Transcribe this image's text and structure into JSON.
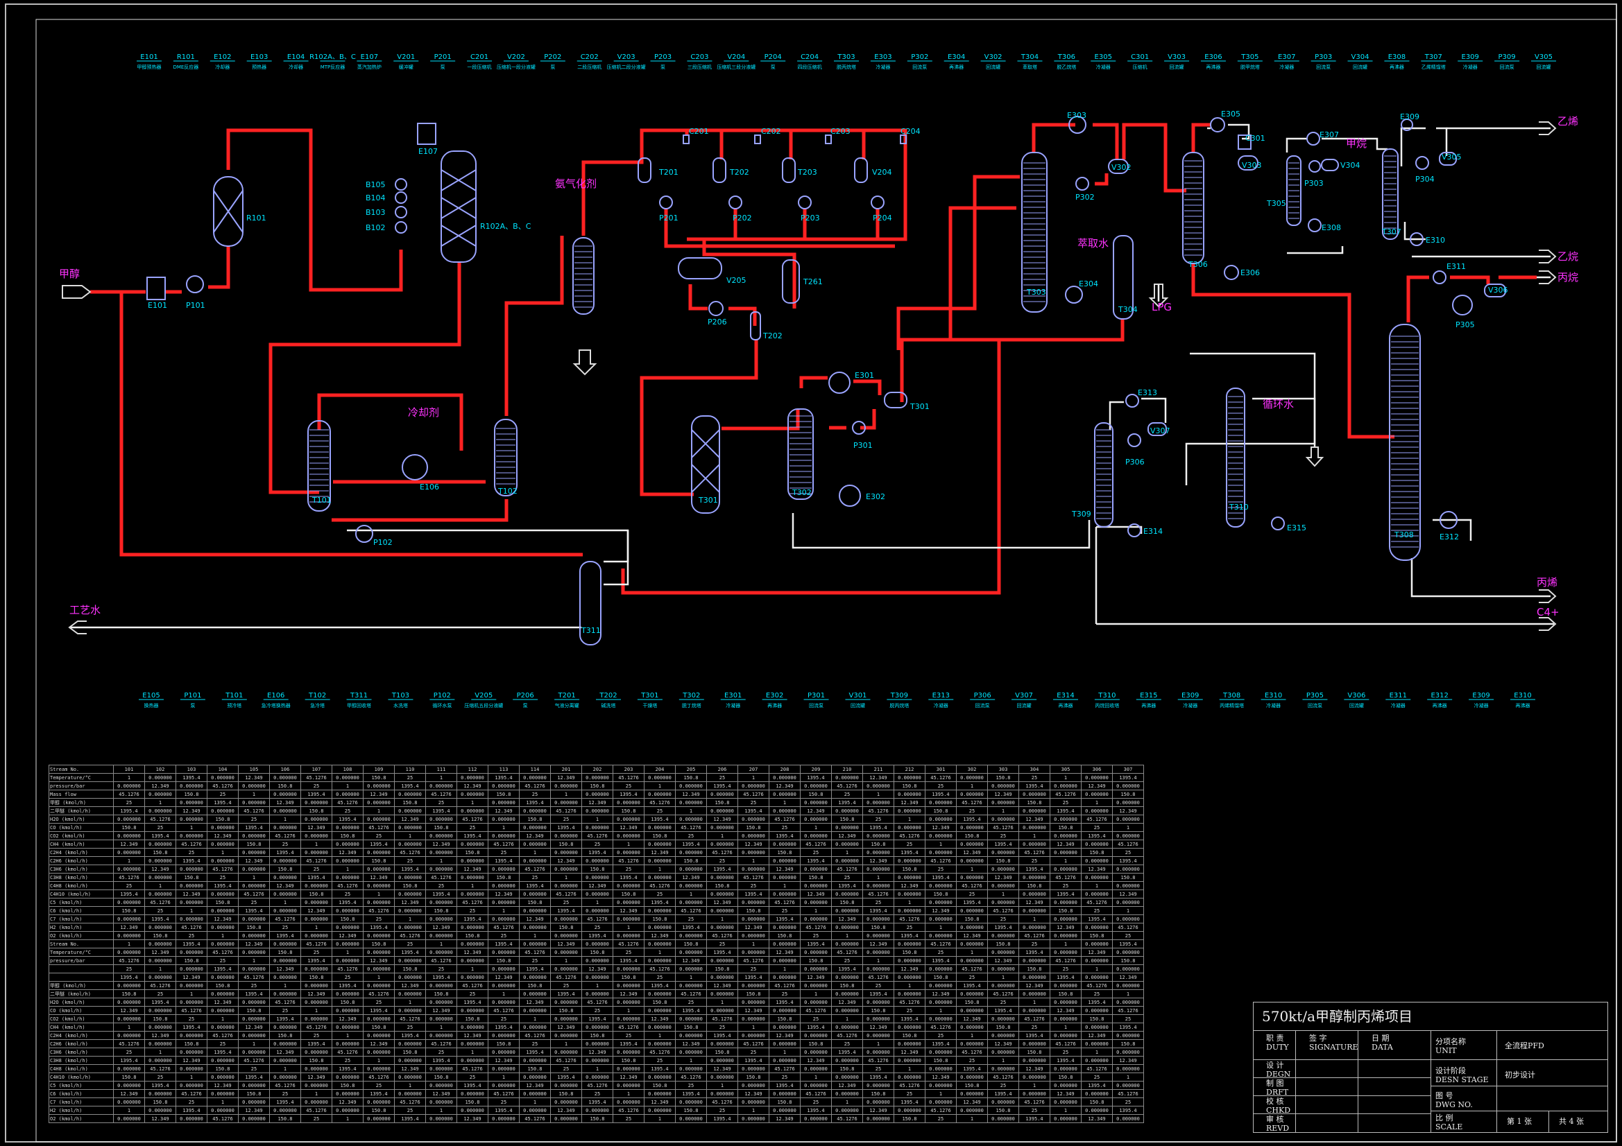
{
  "colors": {
    "background": "#000000",
    "process_line": "#ff2222",
    "utility_line": "#ffffff",
    "equipment": "#9aa4ff",
    "label": "#00e5ff",
    "stream_label": "#ff33ff",
    "tag_box": "#2bd62b"
  },
  "equipment_list_top": [
    {
      "tag": "E101",
      "desc": "甲醇预热器"
    },
    {
      "tag": "R101",
      "desc": "DME反应器"
    },
    {
      "tag": "E102",
      "desc": "冷却器"
    },
    {
      "tag": "E103",
      "desc": "预热器"
    },
    {
      "tag": "E104",
      "desc": "冷却器"
    },
    {
      "tag": "R102A、B、C",
      "desc": "MTP反应器"
    },
    {
      "tag": "E107",
      "desc": "蒸汽加热炉"
    },
    {
      "tag": "V201",
      "desc": "缓冲罐"
    },
    {
      "tag": "P201",
      "desc": "泵"
    },
    {
      "tag": "C201",
      "desc": "一段压缩机"
    },
    {
      "tag": "V202",
      "desc": "压缩机一段分液罐"
    },
    {
      "tag": "P202",
      "desc": "泵"
    },
    {
      "tag": "C202",
      "desc": "二段压缩机"
    },
    {
      "tag": "V203",
      "desc": "压缩机二段分液罐"
    },
    {
      "tag": "P203",
      "desc": "泵"
    },
    {
      "tag": "C203",
      "desc": "三段压缩机"
    },
    {
      "tag": "V204",
      "desc": "压缩机三段分液罐"
    },
    {
      "tag": "P204",
      "desc": "泵"
    },
    {
      "tag": "C204",
      "desc": "四段压缩机"
    },
    {
      "tag": "T303",
      "desc": "脱丙烷塔"
    },
    {
      "tag": "E303",
      "desc": "冷凝器"
    },
    {
      "tag": "P302",
      "desc": "回流泵"
    },
    {
      "tag": "E304",
      "desc": "再沸器"
    },
    {
      "tag": "V302",
      "desc": "回流罐"
    },
    {
      "tag": "T304",
      "desc": "萃取塔"
    },
    {
      "tag": "T306",
      "desc": "脱乙烷塔"
    },
    {
      "tag": "E305",
      "desc": "冷凝器"
    },
    {
      "tag": "C301",
      "desc": "压缩机"
    },
    {
      "tag": "V303",
      "desc": "回流罐"
    },
    {
      "tag": "E306",
      "desc": "再沸器"
    },
    {
      "tag": "T305",
      "desc": "脱甲烷塔"
    },
    {
      "tag": "E307",
      "desc": "冷凝器"
    },
    {
      "tag": "P303",
      "desc": "回流泵"
    },
    {
      "tag": "V304",
      "desc": "回流罐"
    },
    {
      "tag": "E308",
      "desc": "再沸器"
    },
    {
      "tag": "T307",
      "desc": "乙烯精馏塔"
    },
    {
      "tag": "E309",
      "desc": "冷凝器"
    },
    {
      "tag": "P309",
      "desc": "回流泵"
    },
    {
      "tag": "V305",
      "desc": "回流罐"
    }
  ],
  "equipment_list_bottom": [
    {
      "tag": "E105",
      "desc": "换热器"
    },
    {
      "tag": "P101",
      "desc": "泵"
    },
    {
      "tag": "T101",
      "desc": "预冷塔"
    },
    {
      "tag": "E106",
      "desc": "急冷塔换热器"
    },
    {
      "tag": "T102",
      "desc": "急冷塔"
    },
    {
      "tag": "T311",
      "desc": "甲醇回收塔"
    },
    {
      "tag": "T103",
      "desc": "水洗塔"
    },
    {
      "tag": "P102",
      "desc": "循环水泵"
    },
    {
      "tag": "V205",
      "desc": "压缩机五段分液罐"
    },
    {
      "tag": "P206",
      "desc": "泵"
    },
    {
      "tag": "T201",
      "desc": "气液分离罐"
    },
    {
      "tag": "T202",
      "desc": "碱洗塔"
    },
    {
      "tag": "T301",
      "desc": "干燥塔"
    },
    {
      "tag": "T302",
      "desc": "脱丁烷塔"
    },
    {
      "tag": "E301",
      "desc": "冷凝器"
    },
    {
      "tag": "E302",
      "desc": "再沸器"
    },
    {
      "tag": "P301",
      "desc": "回流泵"
    },
    {
      "tag": "V301",
      "desc": "回流罐"
    },
    {
      "tag": "T309",
      "desc": "脱丙烷塔"
    },
    {
      "tag": "E313",
      "desc": "冷凝器"
    },
    {
      "tag": "P306",
      "desc": "回流泵"
    },
    {
      "tag": "V307",
      "desc": "回流罐"
    },
    {
      "tag": "E314",
      "desc": "再沸器"
    },
    {
      "tag": "T310",
      "desc": "丙烷回收塔"
    },
    {
      "tag": "E315",
      "desc": "再沸器"
    },
    {
      "tag": "E309",
      "desc": "冷凝器"
    },
    {
      "tag": "T308",
      "desc": "丙烯精馏塔"
    },
    {
      "tag": "E310",
      "desc": "冷凝器"
    },
    {
      "tag": "P305",
      "desc": "回流泵"
    },
    {
      "tag": "V306",
      "desc": "回流罐"
    },
    {
      "tag": "E311",
      "desc": "冷凝器"
    },
    {
      "tag": "E312",
      "desc": "再沸器"
    },
    {
      "tag": "E309",
      "desc": "冷凝器"
    },
    {
      "tag": "E310",
      "desc": "再沸器"
    }
  ],
  "equipment_tags": {
    "R101": "R101",
    "E101": "E101",
    "P101": "P101",
    "E107": "E107",
    "R102": "R102A、B、C",
    "B105": "B105",
    "B104": "B104",
    "B103": "B103",
    "B102": "B102",
    "T101": "T101",
    "T102": "T102",
    "E106": "E106",
    "P102": "P102",
    "T311": "T311",
    "T201": "T201",
    "T202": "T202",
    "T203": "T203",
    "V204": "V204",
    "C201": "C201",
    "C202": "C202",
    "C203": "C203",
    "C204": "C204",
    "P201": "P201",
    "P202": "P202",
    "P203": "P203",
    "P204": "P204",
    "V205": "V205",
    "T261": "T261",
    "P206": "P206",
    "T202b": "T202",
    "T301": "T301",
    "T302": "T302",
    "E301": "E301",
    "P301": "P301",
    "E302": "E302",
    "T301b": "T301",
    "T303": "T303",
    "E303": "E303",
    "V302": "V302",
    "P302": "P302",
    "E304": "E304",
    "T304": "T304",
    "T306": "T306",
    "E305": "E305",
    "C301": "C301",
    "V303": "V303",
    "E306": "E306",
    "T305": "T305",
    "E307": "E307",
    "P303": "P303",
    "V304": "V304",
    "E308": "E308",
    "T307": "T307",
    "E309": "E309",
    "V305": "V305",
    "P304": "P304",
    "E310": "E310",
    "T309": "T309",
    "E313": "E313",
    "V307": "V307",
    "P306": "P306",
    "E314": "E314",
    "T310": "T310",
    "E315": "E315",
    "T308": "T308",
    "E311": "E311",
    "V306": "V306",
    "P305": "P305",
    "E312": "E312"
  },
  "streams": {
    "methanol": "甲醇",
    "process_water": "工艺水",
    "quench_agent": "冷却剂",
    "ammonia_catalyst": "氨气化剂",
    "extraction_water": "萃取水",
    "lpg": "LPG",
    "circulating_water": "循环水",
    "ethylene": "乙烯",
    "ethane": "乙烷",
    "propylene": "丙烯",
    "propane": "丙烷",
    "c4": "C4+",
    "methane": "甲烷"
  },
  "table": {
    "header": [
      "Stream No.",
      "101",
      "102",
      "103",
      "104",
      "105",
      "106",
      "107",
      "108",
      "109",
      "110",
      "111",
      "112",
      "113",
      "114",
      "201",
      "202",
      "203",
      "204",
      "205",
      "206",
      "207",
      "208",
      "209",
      "210",
      "211",
      "212",
      "301",
      "302",
      "303",
      "304",
      "305",
      "306",
      "307"
    ],
    "row_labels": [
      "Temperature/°C",
      "pressure/bar",
      "Mass flow",
      "甲醇 (kmol/h)",
      "二甲醚 (kmol/h)",
      "H2O (kmol/h)",
      "CO (kmol/h)",
      "CO2 (kmol/h)",
      "CH4 (kmol/h)",
      "C2H4 (kmol/h)",
      "C2H6 (kmol/h)",
      "C3H6 (kmol/h)",
      "C3H8 (kmol/h)",
      "C4H8 (kmol/h)",
      "C4H10 (kmol/h)",
      "C5 (kmol/h)",
      "C6 (kmol/h)",
      "C7 (kmol/h)",
      "H2 (kmol/h)",
      "O2 (kmol/h)",
      "Stream No.",
      "Temperature/°C",
      "pressure/bar",
      "",
      "",
      "甲醇 (kmol/h)",
      "二甲醚 (kmol/h)",
      "H2O (kmol/h)",
      "CO (kmol/h)",
      "CO2 (kmol/h)",
      "CH4 (kmol/h)",
      "C2H4 (kmol/h)",
      "C2H6 (kmol/h)",
      "C3H6 (kmol/h)",
      "C3H8 (kmol/h)",
      "C4H8 (kmol/h)",
      "C4H10 (kmol/h)",
      "C5 (kmol/h)",
      "C6 (kmol/h)",
      "C7 (kmol/h)",
      "H2 (kmol/h)",
      "O2 (kmol/h)"
    ],
    "sample_values": [
      "25",
      "1",
      "0.000000",
      "1395.4",
      "0.000000",
      "12.349",
      "0.000000",
      "45.1276",
      "0.000000",
      "150.8"
    ]
  },
  "title_block": {
    "project": "570kt/a甲醇制丙烯项目",
    "duty_cn": "职 责",
    "duty_en": "DUTY",
    "signature_cn": "签 字",
    "signature_en": "SIGNATURE",
    "date_cn": "日 期",
    "date_en": "DATA",
    "unit_cn": "分项名称",
    "unit_en": "UNIT",
    "unit_value": "全流程PFD",
    "design_cn": "设 计",
    "design_en": "DEGN",
    "stage_cn": "设计阶段",
    "stage_en": "DESN STAGE",
    "stage_value": "初步设计",
    "draft_cn": "制 图",
    "draft_en": "DRFT",
    "check_cn": "校 核",
    "check_en": "CHKD",
    "dwg_cn": "图 号",
    "dwg_en": "DWG NO.",
    "review_cn": "审 核",
    "review_en": "REVD",
    "scale_cn": "比 例",
    "scale_en": "SCALE",
    "sheet": "第 1 张",
    "total": "共 4 张"
  }
}
